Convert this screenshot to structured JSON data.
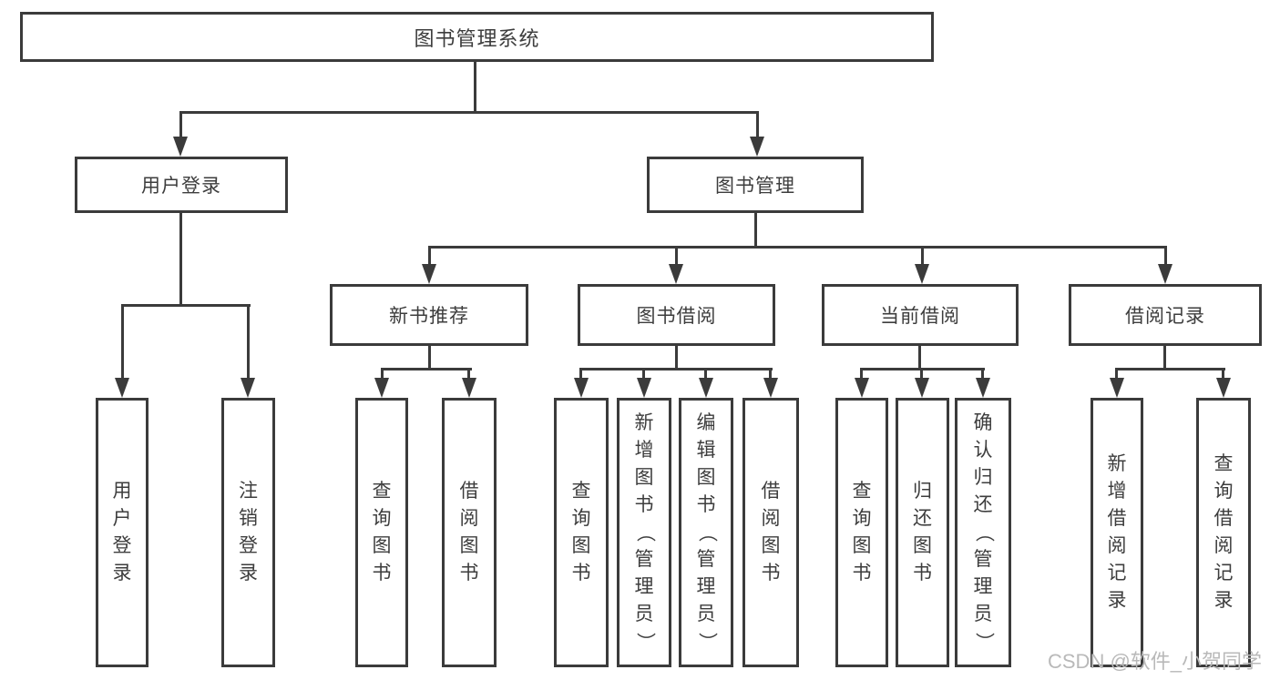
{
  "diagram": {
    "type": "hierarchy-tree",
    "colors": {
      "line": "#3b3b3b",
      "text": "#3d3d3d",
      "background": "#ffffff",
      "watermark": "#b9b9b9"
    },
    "tree": {
      "label": "图书管理系统",
      "children": [
        {
          "label": "用户登录",
          "children": [
            {
              "label": "用户登录"
            },
            {
              "label": "注销登录"
            }
          ]
        },
        {
          "label": "图书管理",
          "children": [
            {
              "label": "新书推荐",
              "children": [
                {
                  "label": "查询图书"
                },
                {
                  "label": "借阅图书"
                }
              ]
            },
            {
              "label": "图书借阅",
              "children": [
                {
                  "label": "查询图书"
                },
                {
                  "label": "新增图书（管理员）"
                },
                {
                  "label": "编辑图书（管理员）"
                },
                {
                  "label": "借阅图书"
                }
              ]
            },
            {
              "label": "当前借阅",
              "children": [
                {
                  "label": "查询图书"
                },
                {
                  "label": "归还图书"
                },
                {
                  "label": "确认归还（管理员）"
                }
              ]
            },
            {
              "label": "借阅记录",
              "children": [
                {
                  "label": "新增借阅记录"
                },
                {
                  "label": "查询借阅记录"
                }
              ]
            }
          ]
        }
      ]
    },
    "watermark": "CSDN @软件_小贺同学"
  }
}
